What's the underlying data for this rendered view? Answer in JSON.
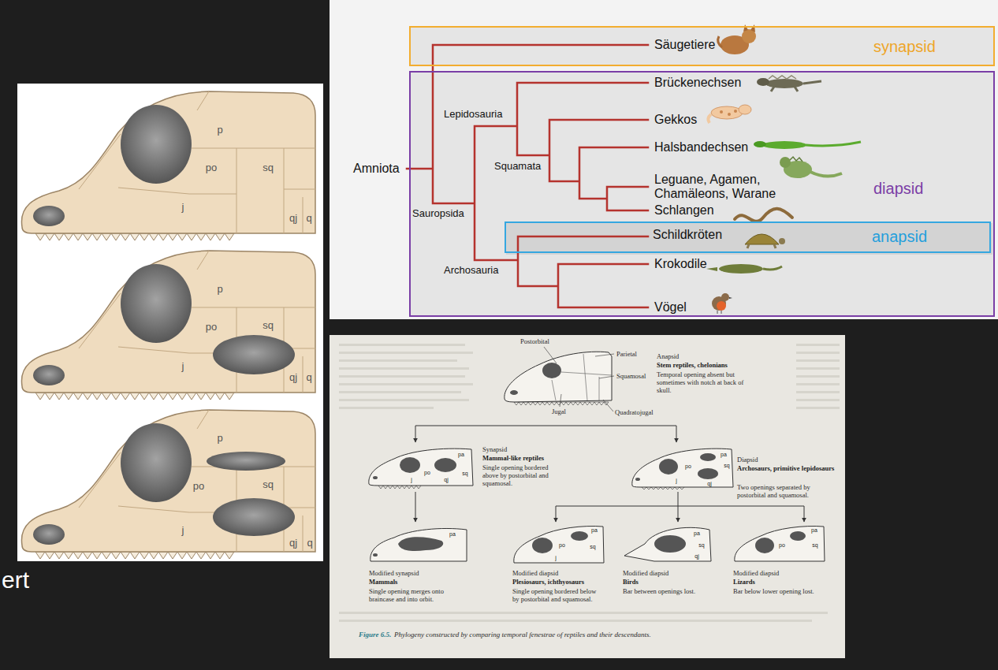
{
  "diagram": {
    "nodes": [
      {
        "text": [
          "Säugetiere",
          "synapsid"
        ]
      },
      {
        "text": [
          "Brückenechsen",
          "Lepidosauria",
          "Gekkos",
          "Halsbandechsen",
          "Squamata",
          "Leguane, Agamen, Chamäleons, Warane",
          "diapsid",
          "Schlangen",
          "Sauropsida",
          "Archosauria",
          "Krokodile",
          "Vögel"
        ]
      },
      {
        "text": [
          "Schildkröten",
          "anapsid"
        ],
        "in": 1
      }
    ],
    "labels": [
      "Amniota",
      "p",
      "po",
      "sq",
      "j",
      "qj",
      "q",
      "p",
      "po",
      "sq",
      "j",
      "qj",
      "q",
      "p",
      "po",
      "sq",
      "j",
      "qj",
      "q",
      "ert",
      "Postorbital",
      "Parietal",
      "Squamosal",
      "Jugal",
      "Quadratojugal",
      "Anapsid",
      "Stem reptiles, chelonians",
      "Temporal opening absent but sometimes with notch at back of skull.",
      "Synapsid",
      "Mammal-like reptiles",
      "Single opening bordered above by postorbital and squamosal.",
      "Diapsid",
      "Archosaurs, primitive lepidosaurs",
      "Two openings separated by postorbital and squamosal.",
      "po",
      "pa",
      "sq",
      "j",
      "qj",
      "po",
      "pa",
      "sq",
      "j",
      "qj",
      "Modified synapsid",
      "Mammals",
      "Single opening merges onto braincase and into orbit.",
      "Modified diapsid",
      "Plesiosaurs, ichthyosaurs",
      "Single opening bordered below by postorbital and squamosal.",
      "Modified diapsid",
      "Birds",
      "Bar between openings lost.",
      "Modified diapsid",
      "Lizards",
      "Bar below lower opening lost.",
      "pa",
      "pa",
      "po",
      "sq",
      "j",
      "pa",
      "sq",
      "qj",
      "pa",
      "po",
      "sq",
      "Figure 6.5.",
      "Phylogeny constructed by comparing temporal fenestrae of reptiles and their descendants."
    ]
  }
}
